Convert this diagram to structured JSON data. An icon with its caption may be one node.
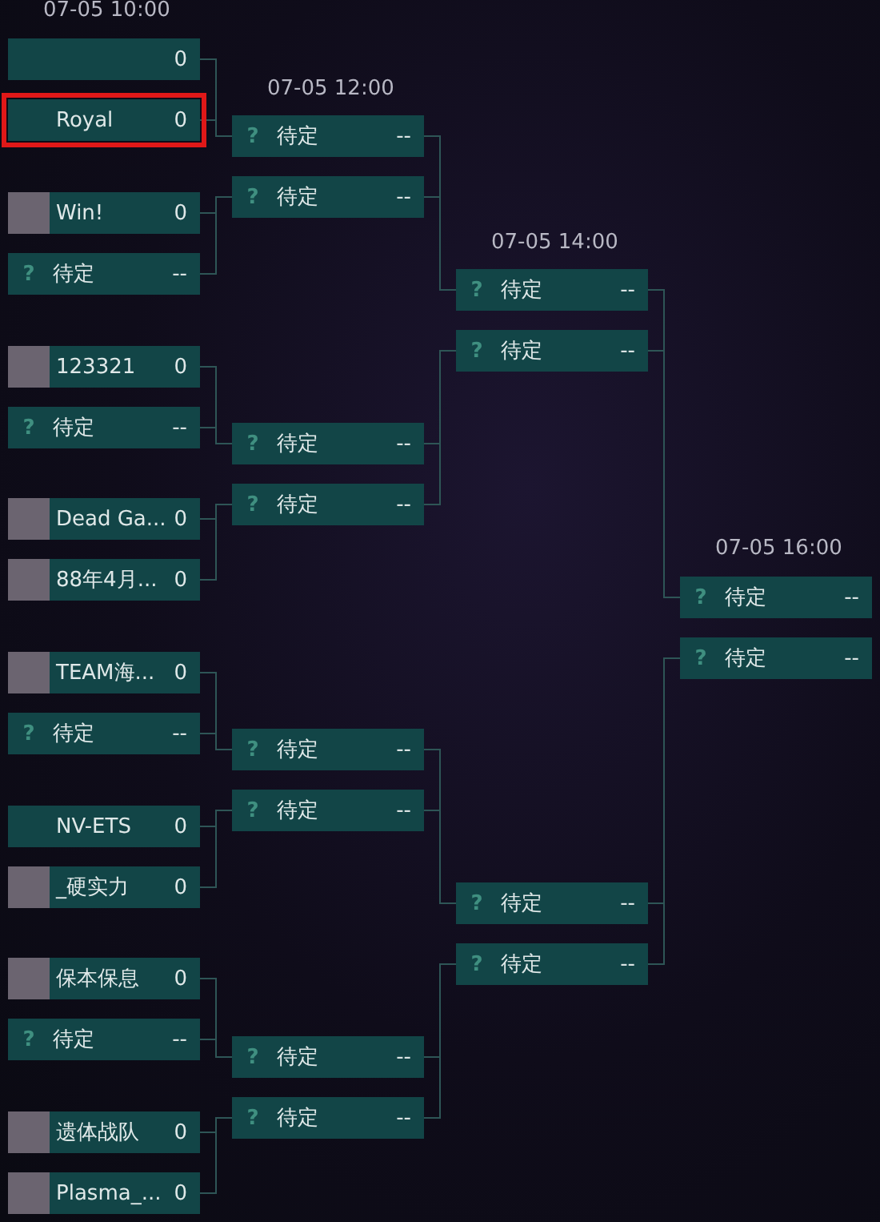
{
  "diagram": {
    "nodes": [
      {
        "text": [
          "0"
        ]
      },
      {
        "text": [
          "Royal",
          "0"
        ]
      },
      {
        "text": [
          "Win!",
          "0"
        ]
      },
      {
        "text": [
          "?",
          "待定",
          "--"
        ]
      },
      {
        "text": [
          "123321",
          "0"
        ]
      },
      {
        "text": [
          "?",
          "待定",
          "--"
        ]
      },
      {
        "text": [
          "Dead Ga...",
          "0"
        ]
      },
      {
        "text": [
          "88年4月...",
          "0"
        ]
      },
      {
        "text": [
          "TEAM海...",
          "0"
        ]
      },
      {
        "text": [
          "?",
          "待定",
          "--"
        ]
      },
      {
        "text": [
          "NV-ETS",
          "0"
        ]
      },
      {
        "text": [
          "_硬实力",
          "0"
        ]
      },
      {
        "text": [
          "保本保息",
          "0"
        ]
      },
      {
        "text": [
          "?",
          "待定",
          "--"
        ]
      },
      {
        "text": [
          "遗体战队",
          "0"
        ]
      },
      {
        "text": [
          "Plasma_...",
          "0"
        ]
      },
      {
        "text": [
          "?",
          "待定",
          "--"
        ]
      },
      {
        "text": [
          "?",
          "待定",
          "--"
        ]
      },
      {
        "text": [
          "?",
          "待定",
          "--"
        ]
      },
      {
        "text": [
          "?",
          "待定",
          "--"
        ]
      },
      {
        "text": [
          "?",
          "待定",
          "--"
        ]
      },
      {
        "text": [
          "?",
          "待定",
          "--"
        ]
      },
      {
        "text": [
          "?",
          "待定",
          "--"
        ]
      },
      {
        "text": [
          "?",
          "待定",
          "--"
        ]
      },
      {
        "text": [
          "?",
          "待定",
          "--"
        ]
      },
      {
        "text": [
          "?",
          "待定",
          "--"
        ]
      },
      {
        "text": [
          "?",
          "待定",
          "--"
        ]
      },
      {
        "text": [
          "?",
          "待定",
          "--"
        ]
      },
      {
        "text": [
          "?",
          "待定",
          "--"
        ]
      },
      {
        "text": [
          "?",
          "待定",
          "--"
        ]
      }
    ],
    "edges": [
      {
        "from": 0,
        "to": 16,
        "arrow": "none"
      },
      {
        "from": 1,
        "to": 16,
        "arrow": "none"
      },
      {
        "from": 2,
        "to": 17,
        "arrow": "none"
      },
      {
        "from": 3,
        "to": 17,
        "arrow": "none"
      },
      {
        "from": 4,
        "to": 18,
        "arrow": "none"
      },
      {
        "from": 5,
        "to": 18,
        "arrow": "none"
      },
      {
        "from": 6,
        "to": 19,
        "arrow": "none"
      },
      {
        "from": 7,
        "to": 19,
        "arrow": "none"
      },
      {
        "from": 8,
        "to": 20,
        "arrow": "none"
      },
      {
        "from": 9,
        "to": 20,
        "arrow": "none"
      },
      {
        "from": 10,
        "to": 21,
        "arrow": "none"
      },
      {
        "from": 11,
        "to": 21,
        "arrow": "none"
      },
      {
        "from": 12,
        "to": 22,
        "arrow": "none"
      },
      {
        "from": 13,
        "to": 22,
        "arrow": "none"
      },
      {
        "from": 14,
        "to": 23,
        "arrow": "none"
      },
      {
        "from": 15,
        "to": 23,
        "arrow": "none"
      },
      {
        "from": 16,
        "to": 24,
        "arrow": "none"
      },
      {
        "from": 17,
        "to": 24,
        "arrow": "none"
      },
      {
        "from": 18,
        "to": 25,
        "arrow": "none"
      },
      {
        "from": 19,
        "to": 25,
        "arrow": "none"
      },
      {
        "from": 20,
        "to": 26,
        "arrow": "none"
      },
      {
        "from": 21,
        "to": 26,
        "arrow": "none"
      },
      {
        "from": 22,
        "to": 27,
        "arrow": "none"
      },
      {
        "from": 23,
        "to": 27,
        "arrow": "none"
      },
      {
        "from": 24,
        "to": 28,
        "arrow": "none"
      },
      {
        "from": 25,
        "to": 28,
        "arrow": "none"
      },
      {
        "from": 26,
        "to": 29,
        "arrow": "none"
      },
      {
        "from": 27,
        "to": 29,
        "arrow": "none"
      }
    ],
    "labels": [
      "07-05 10:00",
      "07-05 12:00",
      "07-05 14:00",
      "07-05 16:00"
    ]
  }
}
